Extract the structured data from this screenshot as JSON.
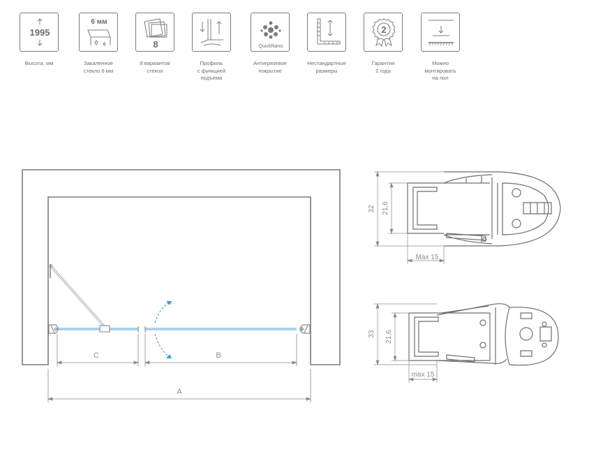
{
  "features": [
    {
      "id": "height",
      "value": "1995",
      "caption": "Высота, мм",
      "icon": "height-arrows-icon"
    },
    {
      "id": "glass",
      "value": "6 мм",
      "caption_lines": [
        "Закаленное",
        "стекло 6 мм"
      ],
      "icon": "glass-pane-icon"
    },
    {
      "id": "variants",
      "value": "8",
      "caption_lines": [
        "8 вариантов",
        "стекол"
      ],
      "icon": "glass-variants-icon"
    },
    {
      "id": "profile",
      "caption_lines": [
        "Профиль",
        "с функцией",
        "подъема"
      ],
      "icon": "lift-profile-icon"
    },
    {
      "id": "coating",
      "value": "QuickNano",
      "caption_lines": [
        "Антигрязевое",
        "покрытие"
      ],
      "icon": "nano-coating-icon"
    },
    {
      "id": "sizes",
      "caption_lines": [
        "Нестандартные",
        "размеры"
      ],
      "icon": "custom-size-icon"
    },
    {
      "id": "warranty",
      "value": "2",
      "caption_lines": [
        "Гарантия",
        "2 года"
      ],
      "icon": "warranty-badge-icon"
    },
    {
      "id": "floor",
      "caption_lines": [
        "Можно",
        "монтировать",
        "на пол"
      ],
      "icon": "floor-mount-icon"
    }
  ],
  "plan": {
    "label_a": "A",
    "label_b": "B",
    "label_c": "C"
  },
  "profile_top": {
    "dim_height": "32",
    "dim_inner": "21,6",
    "dim_width": "Max 15"
  },
  "profile_bottom": {
    "dim_height": "33",
    "dim_inner": "21,6",
    "dim_width": "max 15"
  },
  "colors": {
    "line": "#6d6e70",
    "glass": "#5aa7d8",
    "arrow": "#3f9ad6",
    "wall": "#7b7c7e"
  }
}
